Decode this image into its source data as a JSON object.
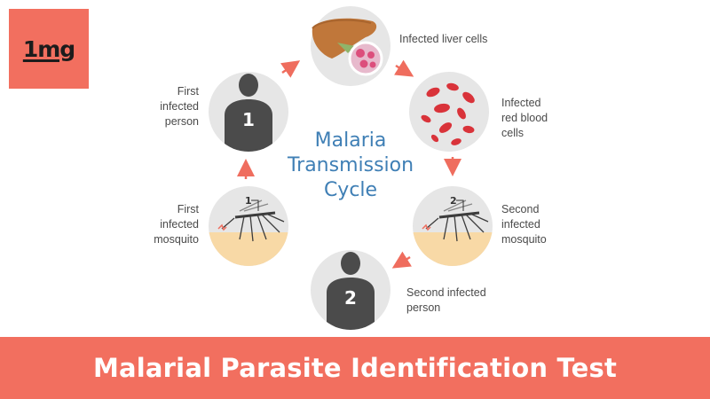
{
  "brand": {
    "logo_text": "1mg",
    "accent_color": "#f26f5f"
  },
  "diagram": {
    "title_lines": [
      "Malaria",
      "Transmission",
      "Cycle"
    ],
    "stages": [
      {
        "id": "first-infected-person",
        "label_lines": [
          "First",
          "infected",
          "person"
        ],
        "badge": "1",
        "icon": "person-icon"
      },
      {
        "id": "infected-liver-cells",
        "label_lines": [
          "Infected liver cells"
        ],
        "icon": "liver-icon"
      },
      {
        "id": "infected-red-blood-cells",
        "label_lines": [
          "Infected",
          "red blood",
          "cells"
        ],
        "icon": "red-blood-cells-icon"
      },
      {
        "id": "second-infected-mosquito",
        "label_lines": [
          "Second",
          "infected",
          "mosquito"
        ],
        "badge": "2",
        "icon": "mosquito-icon"
      },
      {
        "id": "second-infected-person",
        "label_lines": [
          "Second infected",
          "person"
        ],
        "badge": "2",
        "icon": "person-icon"
      },
      {
        "id": "first-infected-mosquito",
        "label_lines": [
          "First",
          "infected",
          "mosquito"
        ],
        "badge": "1",
        "icon": "mosquito-icon"
      }
    ],
    "colors": {
      "circle": "#e6e6e6",
      "figure": "#4b4b4b",
      "arrow": "#ef6d5e",
      "blood": "#d9333a",
      "skin": "#f8d9a6",
      "liver": "#c0773a",
      "cell": "#dc4e7c"
    }
  },
  "banner": {
    "title": "Malarial Parasite Identification Test"
  }
}
